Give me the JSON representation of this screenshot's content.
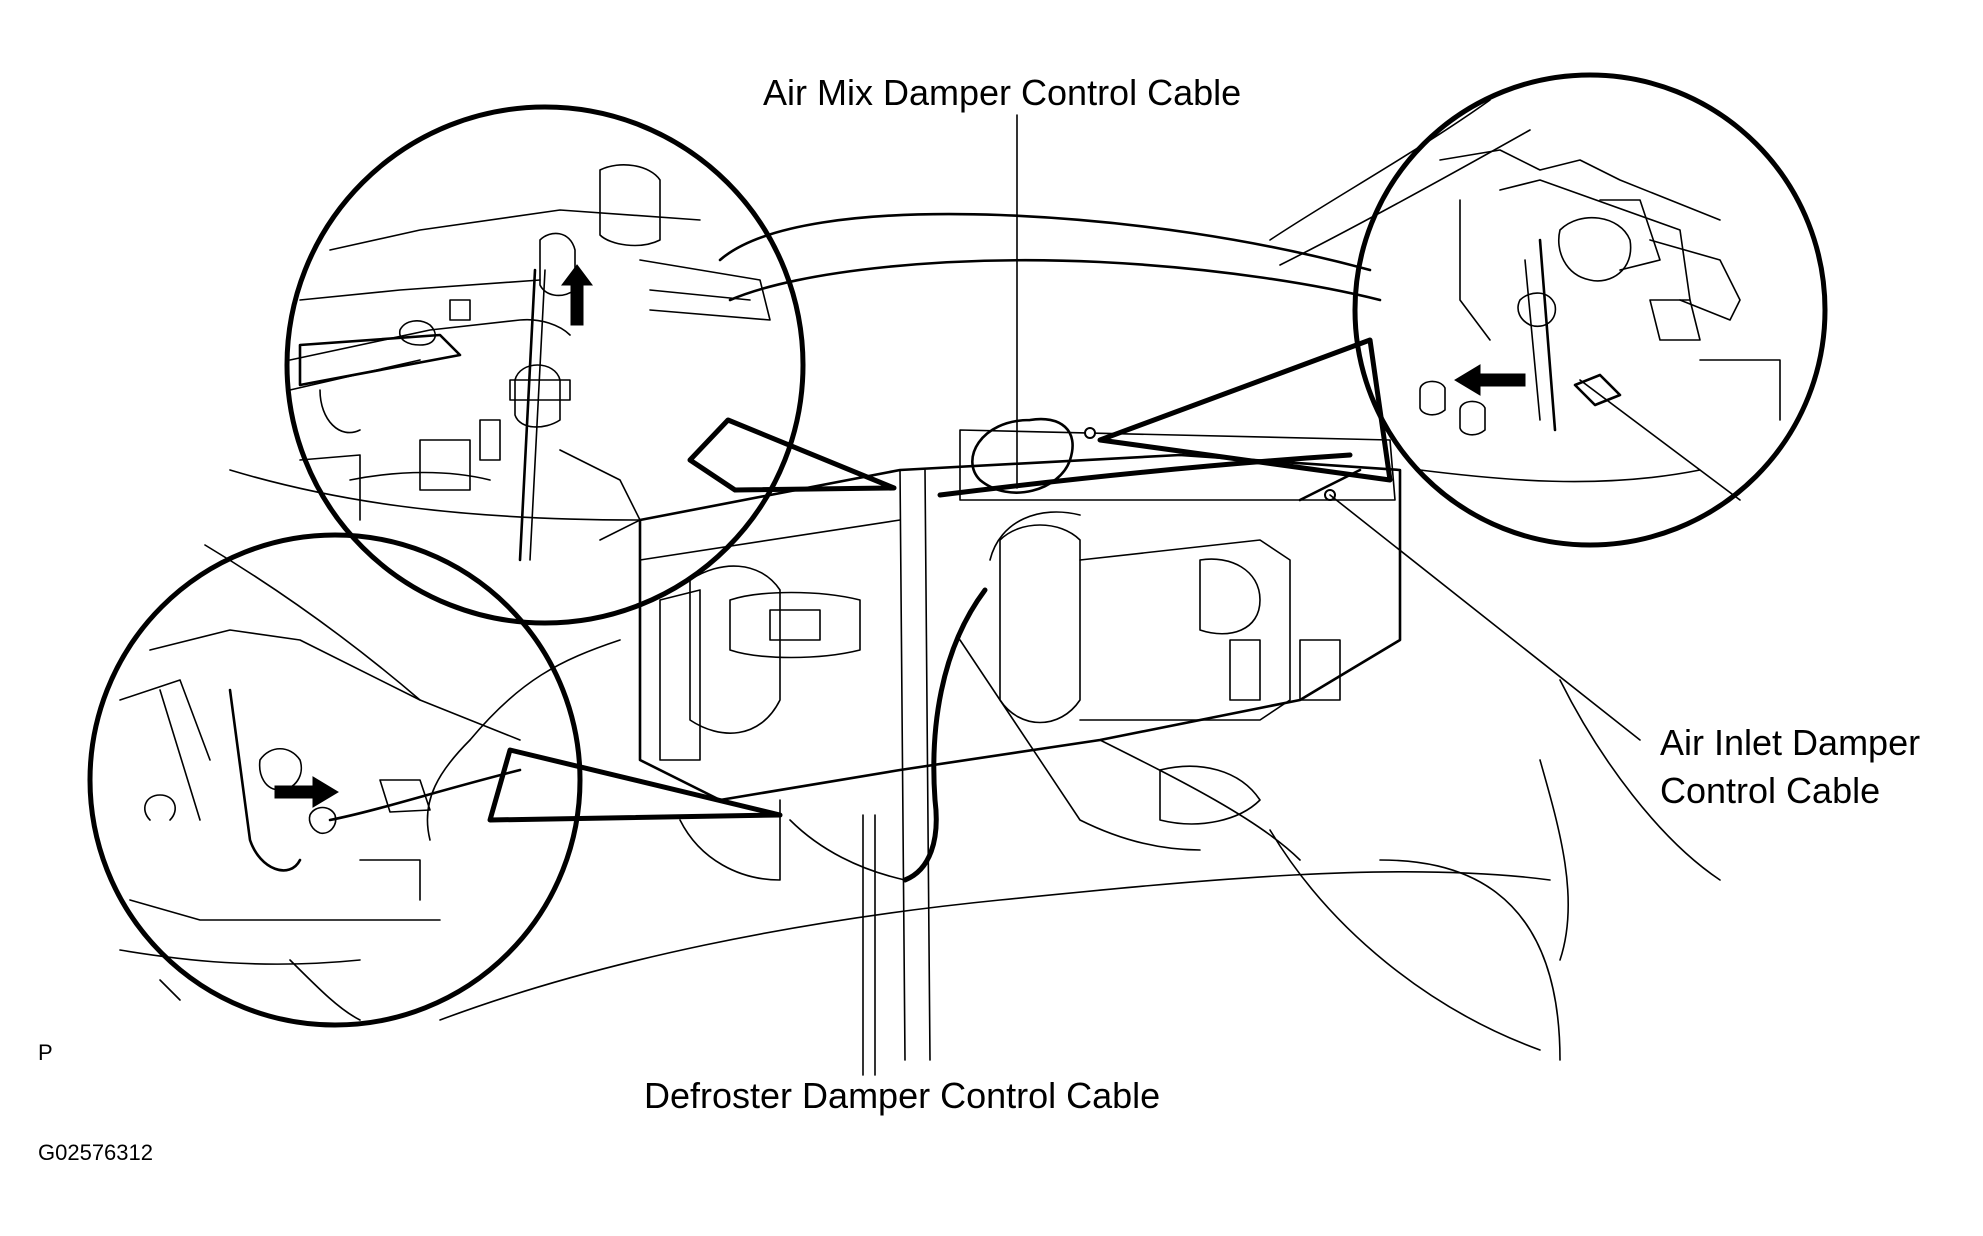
{
  "labels": {
    "air_mix": "Air Mix Damper Control Cable",
    "air_inlet_line1": "Air Inlet Damper",
    "air_inlet_line2": "Control Cable",
    "defroster": "Defroster Damper Control Cable",
    "view_marker": "P",
    "figure_id": "G02576312"
  },
  "icons": {
    "arrow_up": "arrow-up-icon",
    "arrow_left_inlet": "arrow-left-icon",
    "arrow_right_defroster": "arrow-right-icon"
  },
  "colors": {
    "line": "#000000",
    "background": "#ffffff"
  }
}
